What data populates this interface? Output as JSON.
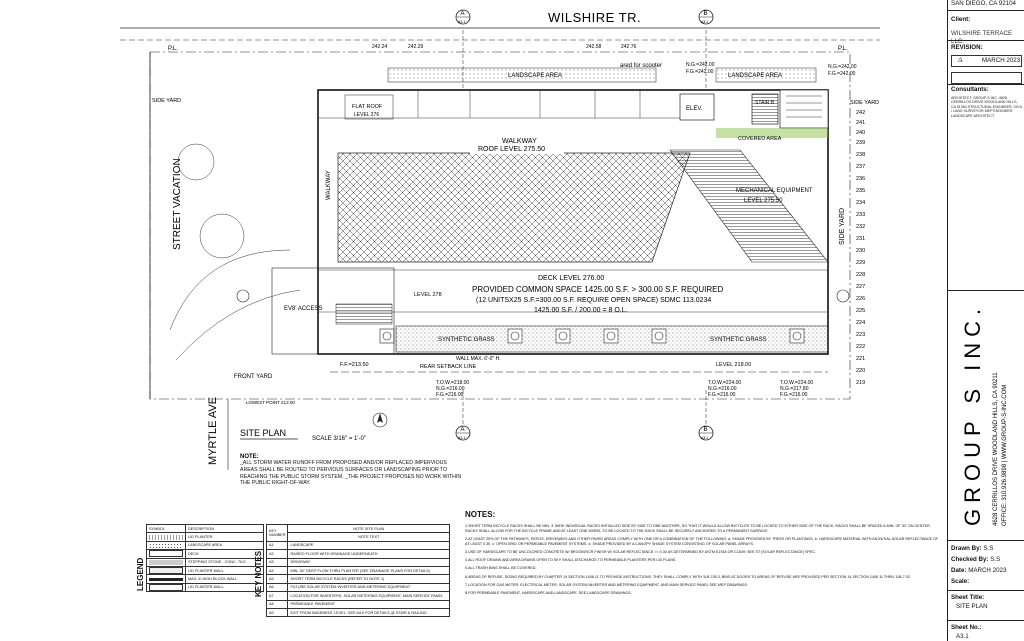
{
  "title_block": {
    "address_line": "SAN DIEGO, CA 92104",
    "client_label": "Client:",
    "client_name": "WILSHIRE TERRACE LLC.",
    "revision_label": "REVISION:",
    "revision_number": "1",
    "revision_date": "MARCH 2023",
    "consultants_label": "Consultants:",
    "consultants_text": "ARCHITECT: GROUP S INC. 4628 CERRILLOS DRIVE WOODLAND HILLS, CA 91364 STRUCTURAL ENGINEER: CIVIL / LAND SURVEYOR MEP ENGINEER LANDSCAPE ARCHITECT",
    "firm_name": "GROUP S INC.",
    "firm_address": "4628 CERRILLOS DRIVE  WOODLAND HILLS, CA 90211",
    "firm_contact": "OFFICE: 310.926.9898 | WWW.GROUP-S-INC.COM",
    "drawn_by_label": "Drawn By:",
    "drawn_by": "S.S",
    "checked_by_label": "Checked By:",
    "checked_by": "S.S",
    "date_label": "Date:",
    "date": "MARCH 2023",
    "scale_label": "Scale:",
    "scale": "",
    "sheet_title_label": "Sheet Title:",
    "sheet_title": "SITE PLAN",
    "sheet_no_label": "Sheet No.:",
    "sheet_no": "A3.1"
  },
  "plan": {
    "street_top": "WILSHIRE TR.",
    "street_left": "MYRTLE AVE",
    "street_vacation": "STREET VACATION",
    "side_yard_left": "SIDE YARD",
    "side_yard_right": "SIDE YARD",
    "front_yard": "FRONT YARD",
    "rear_setback": "REAR SETBACK LINE",
    "landscape_area_1": "LANDSCAPE AREA",
    "landscape_area_2": "LANDSCAPE AREA",
    "walkway_roof": "WALKWAY",
    "walkway_roof_level": "ROOF LEVEL 275.50",
    "walkway_side": "WALKWAY",
    "flat_roof": "FLAT ROOF",
    "flat_roof_level": "LEVEL 276",
    "mech_equipment": "MECHANICAL EQUIPMENT",
    "mech_level": "LEVEL 275.50",
    "deck_level": "DECK LEVEL 276.00",
    "common_space": "PROVIDED COMMON SPACE 1425.00 S.F. > 300.00 S.F. REQUIRED",
    "common_space_2": "(12 UNITSX25 S.F.=300.00 S.F. REQUIRE OPEN SPACE)  SDMC 113.0234",
    "common_space_3": "1425.00 S.F. / 200.00 = 8 O.L.",
    "synthetic_grass_1": "SYNTHETIC GRASS",
    "synthetic_grass_2": "SYNTHETIC GRASS",
    "elev": "ELEV.",
    "stair": "STAIR B",
    "covered_area": "COVERED AREA",
    "ada_access": "EV8' ACCESS",
    "level_218": "LEVEL 218.00",
    "ff_213": "F.F.=213.50",
    "wall_note": "WALL MAX. 6'-0\" H.",
    "grid_a": "A",
    "grid_b": "B",
    "grid_sheet": "A3.1",
    "top_dims": [
      "242.24",
      "242.29",
      "242.58",
      "242.76"
    ],
    "right_levels": [
      "N.G.=242.00",
      "F.G.=242.00"
    ],
    "right_grades": [
      "242",
      "241",
      "240",
      "239",
      "238",
      "237",
      "236",
      "235",
      "234",
      "233",
      "232",
      "231",
      "230",
      "229",
      "228",
      "227",
      "226",
      "225",
      "224",
      "223",
      "222",
      "221",
      "220",
      "219"
    ],
    "bottom_tow_left": [
      "T.O.W.=218.00",
      "N.G.=216.00",
      "F.G.=216.00"
    ],
    "bottom_tow_right": [
      "T.O.W.=224.00",
      "N.G.=216.00",
      "F.G.=216.00"
    ],
    "tow_far_right": [
      "T.O.W.=224.00",
      "N.G.=217.80",
      "F.G.=216.00"
    ],
    "lowest_point": "LOWEST POINT 213.00",
    "flat_label": "PL",
    "pl_left": "P.L.",
    "pl_right": "P.L.",
    "ped_scooter": "ared for scooter"
  },
  "site_plan_label": {
    "title": "SITE PLAN",
    "scale": "SCALE 3/16\" = 1'-0\"",
    "note_head": "NOTE:",
    "note_text": "_ALL STORM WATER RUNOFF FROM PROPOSED AND/OR REPLACED IMPERVIOUS AREAS SHALL BE ROUTED TO PERVIOUS SURFACES OR LANDSCAPING PRIOR TO REACHING THE PUBLIC STORM SYSTEM. _THE PROJECT PROPOSES NO WORK WITHIN THE PUBLIC RIGHT-OF-WAY."
  },
  "legend": {
    "title": "LEGEND",
    "header": [
      "SYMBOL",
      "DESCRIPTION"
    ],
    "rows": [
      "LID PLANTER",
      "LANDSCAPE AREA",
      "DECK",
      "STEPPING STONE - CONC. TILE",
      "LID PLANTER WALL",
      "MAX. 6'-HIGH BLOCK WALL",
      "LID PLANTER WALL"
    ]
  },
  "keynotes": {
    "title": "KEY NOTES",
    "header_num": "KEY NUMBER",
    "header_site": "NOTE SITE PLAN",
    "header_text": "NOTE TEXT",
    "rows": [
      [
        "A1",
        "LANDSCAPE"
      ],
      [
        "A2",
        "RAISED FLOOR WITH DRAINAGE UNDERNEATH"
      ],
      [
        "A3",
        "DRIVEWAY"
      ],
      [
        "A4",
        "MIN. 30\" DEEP FLOW-THRU PLANTER (SEE DRAINAGE PLANS FOR DETAILS)"
      ],
      [
        "A5",
        "SHORT TERM BICYCLE RACKS (REFER TO NOTE 1)"
      ],
      [
        "A6",
        "FUTURE SOLAR SYSTEM INVERTER AND METERING EQUIPMENT"
      ],
      [
        "A7",
        "LOCATION FOR INVERTERS, SOLAR METERING EQUIPMENT, MAIN SERVICE PANEL"
      ],
      [
        "A8",
        "PERMEABLE PAVEMENT"
      ],
      [
        "A9",
        "EXIT FROM BASEMENT LEVEL. SEE A4.0 FOR DETAILS @ STAIR & RAILING"
      ]
    ]
  },
  "notes": {
    "title": "NOTES:",
    "items": [
      "1.SHORT TERM BICYCLE RACKS SHALL BE MIN. 3' WIDE INDIVIDUAL RACKS INSTALLED SIDE BY SIDE TO ONE ANOTHER, SO THAT IT WOULD ALLOW BICYCLES TO BE LOCKED TO EITHER SIDE OF THE RACK. RACKS SHALL BE SPACED A MIN. OF 30\" ON CENTER. RACKS SHALL ALLOW FOR THE BICYCLE FRAME AND AT LEAST ONE WHEEL TO BE LOCKED TO THE RACK SHALL BE SECURELY ANCHORED TO A PERMANENT SURFACE.",
      "2.AT LEAST 25% OF THE PATHWAYS, PATIOS, DRIVEWAYS AND OTHER PAVED AREAS COMPLY WITH ONE OR A COMBINATION OF THE FOLLOWING: a. SHADE PROVIDED BY TREES OR PLANTINGS. b. HARDSCAPE MATERIAL WITH AN INITIAL SOLAR REFLECTANCE OF AT LEAST 0.30. c. OPEN GRID OR PERMEABLE PAVEMENT SYSTEMS. d. SHADE PROVIDED BY A CANOPY SHADE SYSTEM CONSISTING OF SOLAR PANEL ARRAYS.",
      "3.USE OF HARDSCAPE TO BE UNCOLORED CONCRETE W/ BROOM/SCR FINISH W/ SOLAR REFLECTANCE >= 0.30 AS DETERMINED BY ASTM E1918 OR C1549; SEE ST (SOLAR REFLECTANCE) SPEC.",
      "4.ALL ROOF DRAINS AND AREA DRAINS OPEN TO SKY SHALL DISCHARGE TO PERMEABLE PLANTERS PER LID PLANS.",
      "5.ALL TRASH BINS SHALL BE COVERED.",
      "6.AREAS OF REFUSE, SIZING REQUIRED BY CHAPTER 14 SECTION 1406.11 TO PROVIDE INSTRUCTIONS. THEY SHALL COMPLY WITH 11B-705.3, BINS AT DOORS TO AREAS OF REFUSE ARE PROVIDED PER SECTION 14 SECTION 1406 11 THRU 11B-7.02.",
      "7.LOCATION FOR GAS METER, ELECTRICAL METER, SOLAR SYSTEM INVERTER AND METERING EQUIPMENT, AND MAIN SERVICE PANEL SEE MEP DRAWINGS.",
      "8.FOR PERMEABLE PAVEMENT, HARDSCAPE AND LANDSCAPE, SEE LANDSCAPE DRAWINGS."
    ]
  }
}
